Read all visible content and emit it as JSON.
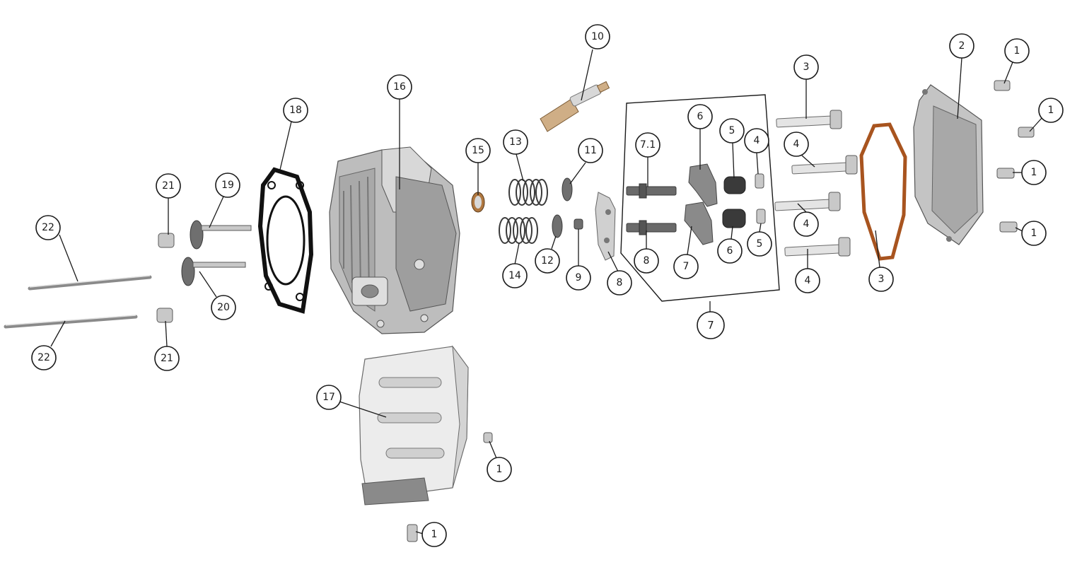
{
  "callouts": [
    {
      "id": "c-1a",
      "label": "1"
    },
    {
      "id": "c-1b",
      "label": "1"
    },
    {
      "id": "c-1c",
      "label": "1"
    },
    {
      "id": "c-1d",
      "label": "1"
    },
    {
      "id": "c-1e",
      "label": "1"
    },
    {
      "id": "c-1f",
      "label": "1"
    },
    {
      "id": "c-2",
      "label": "2"
    },
    {
      "id": "c-3",
      "label": "3"
    },
    {
      "id": "c-4a",
      "label": "4"
    },
    {
      "id": "c-4b",
      "label": "4"
    },
    {
      "id": "c-4c",
      "label": "4"
    },
    {
      "id": "c-4d",
      "label": "4"
    },
    {
      "id": "c-5a",
      "label": "5"
    },
    {
      "id": "c-5b",
      "label": "5"
    },
    {
      "id": "c-6a",
      "label": "6"
    },
    {
      "id": "c-6b",
      "label": "6"
    },
    {
      "id": "c-7a",
      "label": "7"
    },
    {
      "id": "c-7b",
      "label": "7"
    },
    {
      "id": "c-7-1",
      "label": "7.1"
    },
    {
      "id": "c-8a",
      "label": "8"
    },
    {
      "id": "c-8b",
      "label": "8"
    },
    {
      "id": "c-9",
      "label": "9"
    },
    {
      "id": "c-10",
      "label": "10"
    },
    {
      "id": "c-11",
      "label": "11"
    },
    {
      "id": "c-12",
      "label": "12"
    },
    {
      "id": "c-13",
      "label": "13"
    },
    {
      "id": "c-14a",
      "label": "14"
    },
    {
      "id": "c-14b",
      "label": "14"
    },
    {
      "id": "c-15",
      "label": "15"
    },
    {
      "id": "c-16",
      "label": "16"
    },
    {
      "id": "c-17",
      "label": "17"
    },
    {
      "id": "c-18",
      "label": "18"
    },
    {
      "id": "c-19",
      "label": "19"
    },
    {
      "id": "c-20",
      "label": "20"
    },
    {
      "id": "c-21a",
      "label": "21"
    },
    {
      "id": "c-21b",
      "label": "21"
    },
    {
      "id": "c-22a",
      "label": "22"
    },
    {
      "id": "c-22b",
      "label": "22"
    }
  ]
}
